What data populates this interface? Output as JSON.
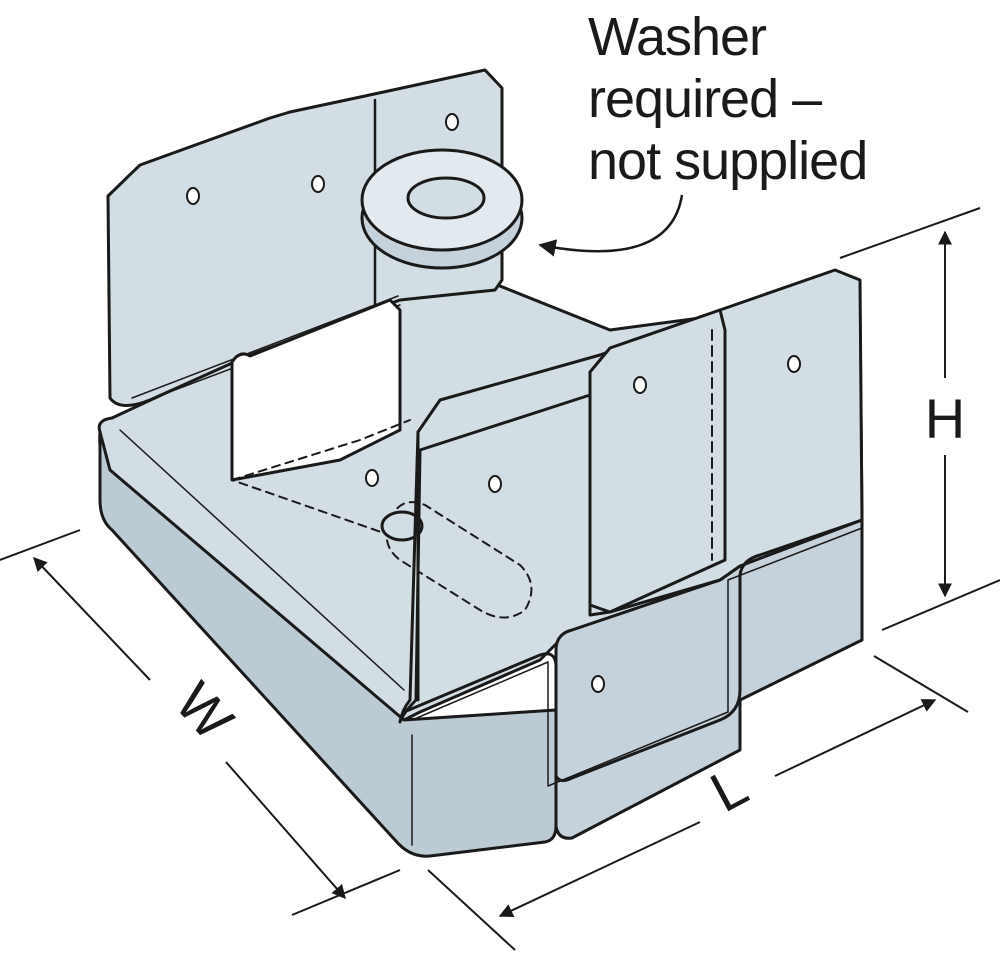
{
  "callout": {
    "lines": [
      "Washer",
      "required –",
      "not supplied"
    ]
  },
  "dimensions": {
    "height_label": "H",
    "width_label": "W",
    "length_label": "L"
  },
  "colors": {
    "steel": "#d3dde4",
    "steel_shadow": "#bccad4",
    "steel_light": "#e3eaef",
    "outline": "#1a1a1a",
    "background": "#ffffff"
  }
}
